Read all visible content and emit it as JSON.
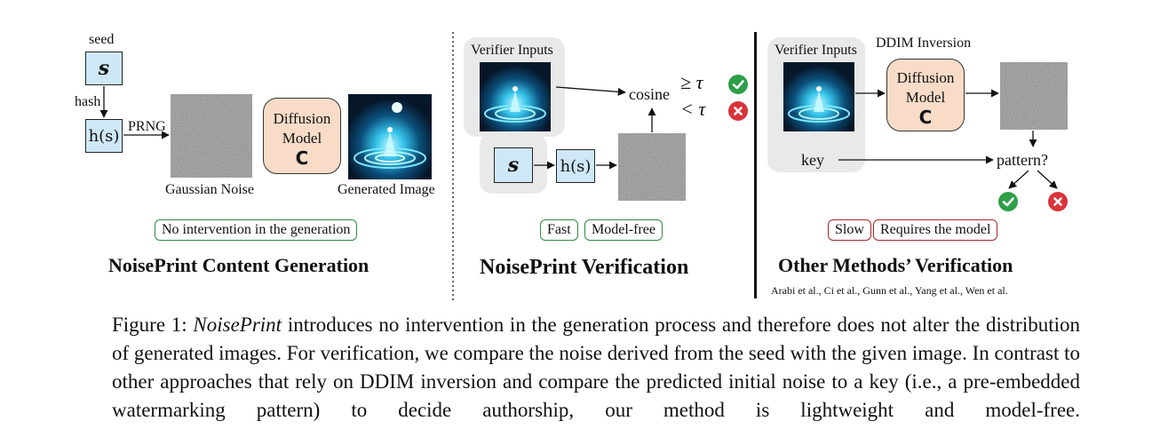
{
  "generation": {
    "seed_label": "seed",
    "seed_symbol": "s",
    "hash_label": "hash",
    "hash_symbol": "h(s)",
    "prng_label": "PRNG",
    "noise_caption": "Gaussian Noise",
    "diffusion_label_1": "Diffusion",
    "diffusion_label_2": "Model",
    "refresh_glyph": "C",
    "image_caption": "Generated Image",
    "tag": "No intervention in the generation",
    "heading": "NoisePrint Content Generation"
  },
  "noiseprint_verification": {
    "inputs_label": "Verifier Inputs",
    "cosine_label": "cosine",
    "geq_tau": "≥ τ",
    "lt_tau": "< τ",
    "seed_symbol": "s",
    "hash_symbol": "h(s)",
    "tags": [
      "Fast",
      "Model-free"
    ],
    "heading": "NoisePrint Verification"
  },
  "other_verification": {
    "inputs_label": "Verifier Inputs",
    "ddim_label": "DDIM Inversion",
    "diffusion_label_1": "Diffusion",
    "diffusion_label_2": "Model",
    "refresh_glyph": "C",
    "key_label": "key",
    "pattern_label": "pattern?",
    "tags": [
      "Slow",
      "Requires the model"
    ],
    "heading": "Other Methods’ Verification",
    "citations": "Arabi et al., Ci et al., Gunn et al., Yang et al., Wen et al."
  },
  "caption": {
    "label": "Figure 1:",
    "method_name": "NoisePrint",
    "text": "introduces no intervention in the generation process and therefore does not alter the distribution of generated images. For verification, we compare the noise derived from the seed with the given image. In contrast to other approaches that rely on DDIM inversion and compare the predicted initial noise to a key (i.e., a pre-embedded watermarking pattern) to decide authorship, our method is lightweight and model-free."
  },
  "colors": {
    "seed_box": "#cfe8f7",
    "diffusion_box": "#f8dcc7",
    "panel": "#e9e9e9",
    "green": "#2e8b3e",
    "red": "#d9333a",
    "tag_red": "#a8282b"
  },
  "icons": [
    "check-icon",
    "cross-icon",
    "refresh-icon"
  ]
}
